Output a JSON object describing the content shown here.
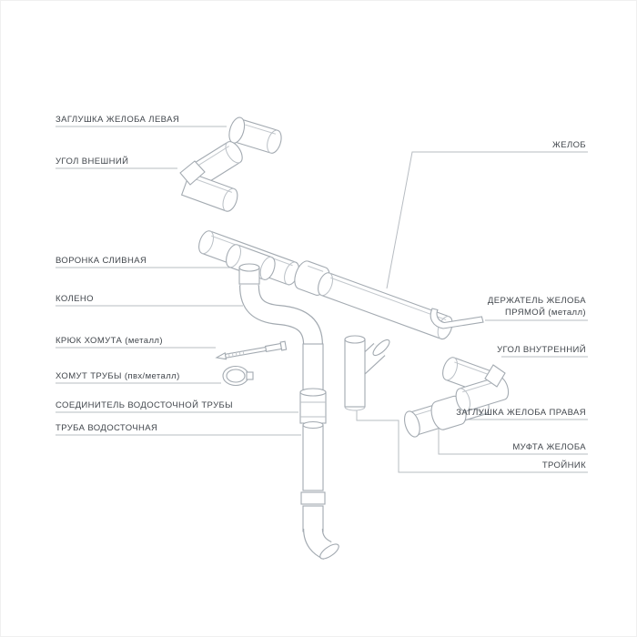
{
  "page": {
    "background": "#ffffff",
    "line_color": "#b7bcc2",
    "label_color": "#41464c"
  },
  "labels": {
    "left": [
      {
        "id": "gutter-end-cap-left",
        "text": "ЗАГЛУШКА ЖЕЛОБА ЛЕВАЯ"
      },
      {
        "id": "outer-corner",
        "text": "УГОЛ ВНЕШНИЙ"
      },
      {
        "id": "drain-funnel",
        "text": "ВОРОНКА СЛИВНАЯ"
      },
      {
        "id": "elbow",
        "text": "КОЛЕНО"
      },
      {
        "id": "clamp-hook-metal",
        "text": "КРЮК ХОМУТА (металл)"
      },
      {
        "id": "pipe-clamp",
        "text": "ХОМУТ ТРУБЫ (пвх/металл)"
      },
      {
        "id": "downpipe-connector",
        "text": "СОЕДИНИТЕЛЬ ВОДОСТОЧНОЙ ТРУБЫ"
      },
      {
        "id": "downpipe",
        "text": "ТРУБА ВОДОСТОЧНАЯ"
      }
    ],
    "right": [
      {
        "id": "gutter",
        "text": "ЖЕЛОБ"
      },
      {
        "id": "gutter-bracket-straight-metal",
        "text": "ДЕРЖАТЕЛЬ ЖЕЛОБА ПРЯМОЙ (металл)"
      },
      {
        "id": "inner-corner",
        "text": "УГОЛ ВНУТРЕННИЙ"
      },
      {
        "id": "gutter-end-cap-right",
        "text": "ЗАГЛУШКА ЖЕЛОБА ПРАВАЯ"
      },
      {
        "id": "gutter-coupling",
        "text": "МУФТА ЖЕЛОБА"
      },
      {
        "id": "tee",
        "text": "ТРОЙНИК"
      }
    ]
  }
}
